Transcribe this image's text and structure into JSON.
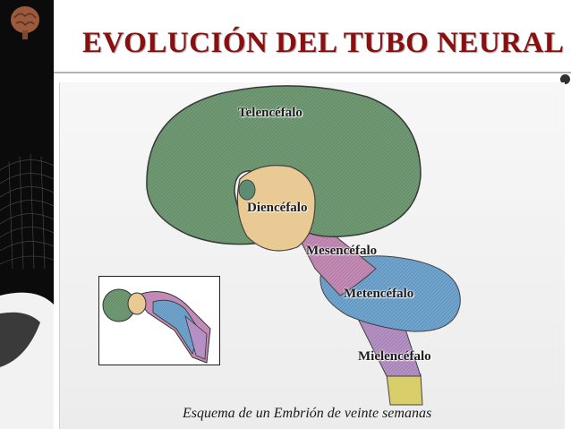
{
  "slide": {
    "title": "EVOLUCIÓN DEL TUBO NEURAL",
    "caption": "Esquema de un Embrión de veinte semanas"
  },
  "labels": {
    "telencefalo": "Telencéfalo",
    "diencefalo": "Diencéfalo",
    "mesencefalo": "Mesencéfalo",
    "metencefalo": "Metencéfalo",
    "mielencefalo": "Mielencéfalo"
  },
  "colors": {
    "title": "#8a1010",
    "telencefalo": "#6f9a73",
    "diencefalo": "#e9c994",
    "mesencefalo": "#c48ab6",
    "metencefalo": "#6fa4cf",
    "mielencefalo": "#b590c4",
    "spinal_cord": "#d8cf6a"
  }
}
